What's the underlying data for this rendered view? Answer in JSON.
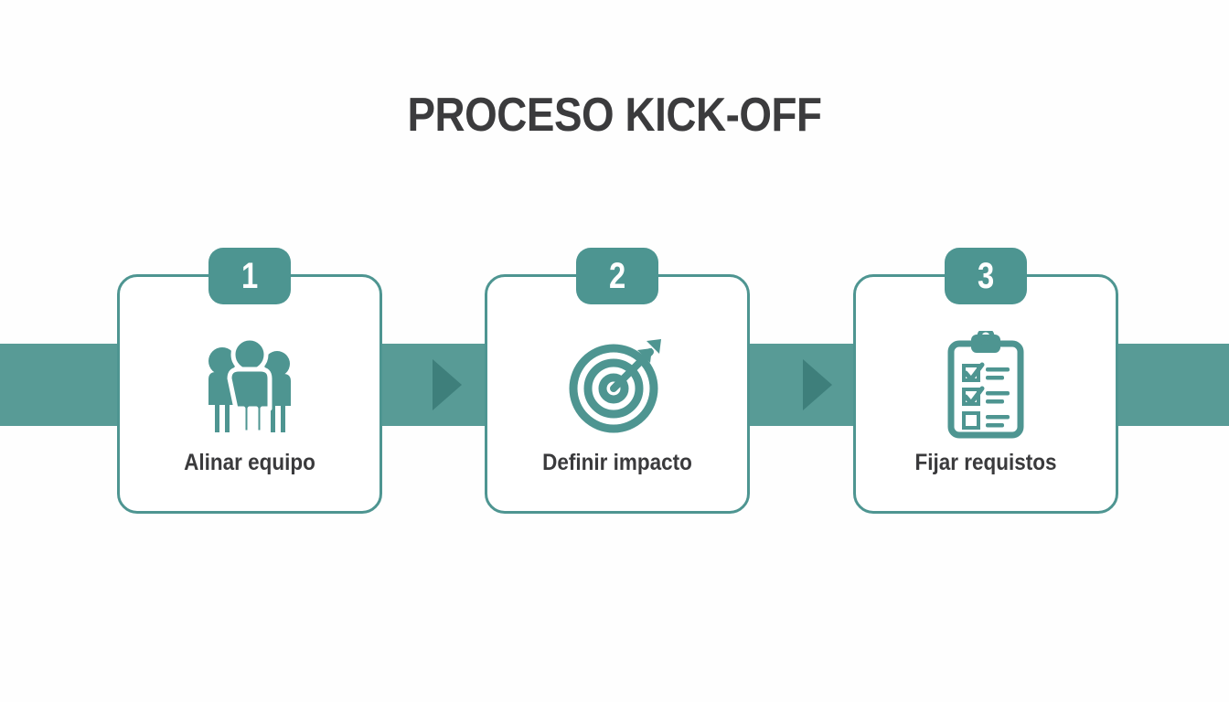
{
  "title": "PROCESO KICK-OFF",
  "colors": {
    "background": "#fefefe",
    "band": "#589b96",
    "arrow": "#3e7f7b",
    "badge": "#4d9591",
    "card_border": "#4e9591",
    "icon": "#4e9591",
    "title_text": "#3b3b3d",
    "label_text": "#3a3a3c",
    "badge_text": "#ffffff"
  },
  "steps": [
    {
      "number": "1",
      "label": "Alinar equipo",
      "icon": "people-group-icon"
    },
    {
      "number": "2",
      "label": "Definir impacto",
      "icon": "target-arrow-icon"
    },
    {
      "number": "3",
      "label": "Fijar requistos",
      "icon": "clipboard-checklist-icon"
    }
  ],
  "connectors": [
    {
      "name": "arrow-1",
      "icon": "play-arrow-right-icon"
    },
    {
      "name": "arrow-2",
      "icon": "play-arrow-right-icon"
    }
  ]
}
